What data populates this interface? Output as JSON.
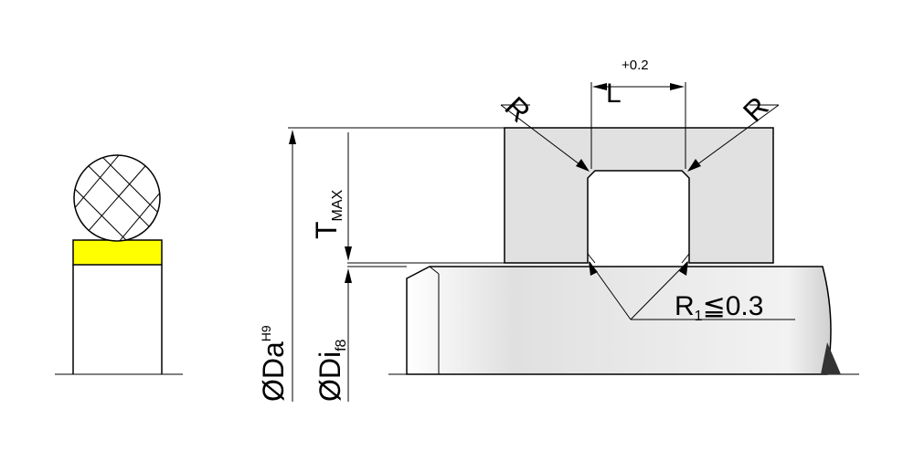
{
  "colors": {
    "housing_fill": "#e1e1e1",
    "rod_fill": "#e8e8e8",
    "ring_fill": "#ffffff",
    "cap_fill": "#ffff00",
    "line": "#000000"
  },
  "labels": {
    "tolerance": "+0.2",
    "L": "L",
    "R_left": "R",
    "R_right": "R",
    "R1_main": "R",
    "R1_sub": "1",
    "R1_rest": "≦0.3",
    "T_main": "T",
    "T_sub": "MAX",
    "Da_main": "ØDa",
    "Da_sup": "H9",
    "Di_main": "ØDi",
    "Di_sub": "f8"
  }
}
